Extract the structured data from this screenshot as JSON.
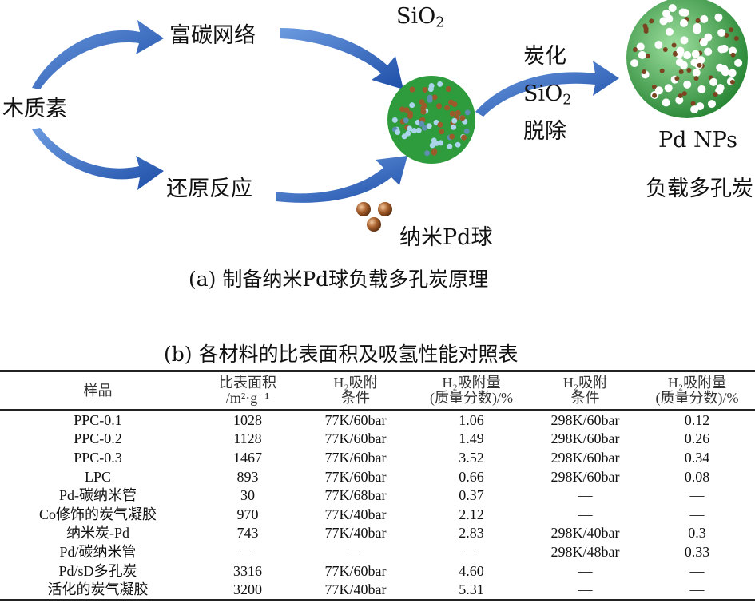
{
  "diagram": {
    "source": "木质素",
    "upper_path": "富碳网络",
    "lower_path": "还原反应",
    "sio2": "SiO",
    "sio2_sub": "2",
    "pd_spheres": "纳米Pd球",
    "step_carbonize": "炭化",
    "step_sio2": "SiO",
    "step_sio2_sub": "2",
    "step_remove": "脱除",
    "product_line1": "Pd NPs",
    "product_line2": "负载多孔炭",
    "caption": "(a) 制备纳米Pd球负载多孔炭原理",
    "colors": {
      "arrow": "#2a5fb8",
      "sphere_green": "#2e9c3c",
      "pd_ball": "#9b5a2a"
    }
  },
  "table": {
    "caption": "(b) 各材料的比表面积及吸氢性能对照表",
    "headers": [
      {
        "l1": "样品",
        "l2": ""
      },
      {
        "l1": "比表面积",
        "l2": "/m²·g⁻¹"
      },
      {
        "l1": "H₂吸附",
        "l2": "条件"
      },
      {
        "l1": "H₂吸附量",
        "l2": "(质量分数)/%"
      },
      {
        "l1": "H₂吸附",
        "l2": "条件"
      },
      {
        "l1": "H₂吸附量",
        "l2": "(质量分数)/%"
      }
    ],
    "rows": [
      [
        "PPC-0.1",
        "1028",
        "77K/60bar",
        "1.06",
        "298K/60bar",
        "0.12"
      ],
      [
        "PPC-0.2",
        "1128",
        "77K/60bar",
        "1.49",
        "298K/60bar",
        "0.26"
      ],
      [
        "PPC-0.3",
        "1467",
        "77K/60bar",
        "3.52",
        "298K/60bar",
        "0.34"
      ],
      [
        "LPC",
        "893",
        "77K/60bar",
        "0.66",
        "298K/60bar",
        "0.08"
      ],
      [
        "Pd-碳纳米管",
        "30",
        "77K/68bar",
        "0.37",
        "—",
        "—"
      ],
      [
        "Co修饰的炭气凝胶",
        "970",
        "77K/40bar",
        "2.12",
        "—",
        "—"
      ],
      [
        "纳米炭-Pd",
        "743",
        "77K/40bar",
        "2.83",
        "298K/40bar",
        "0.3"
      ],
      [
        "Pd/碳纳米管",
        "—",
        "—",
        "—",
        "298K/48bar",
        "0.33"
      ],
      [
        "Pd/sD多孔炭",
        "3316",
        "77K/60bar",
        "4.60",
        "—",
        "—"
      ],
      [
        "活化的炭气凝胶",
        "3200",
        "77K/40bar",
        "5.31",
        "—",
        "—"
      ]
    ]
  }
}
